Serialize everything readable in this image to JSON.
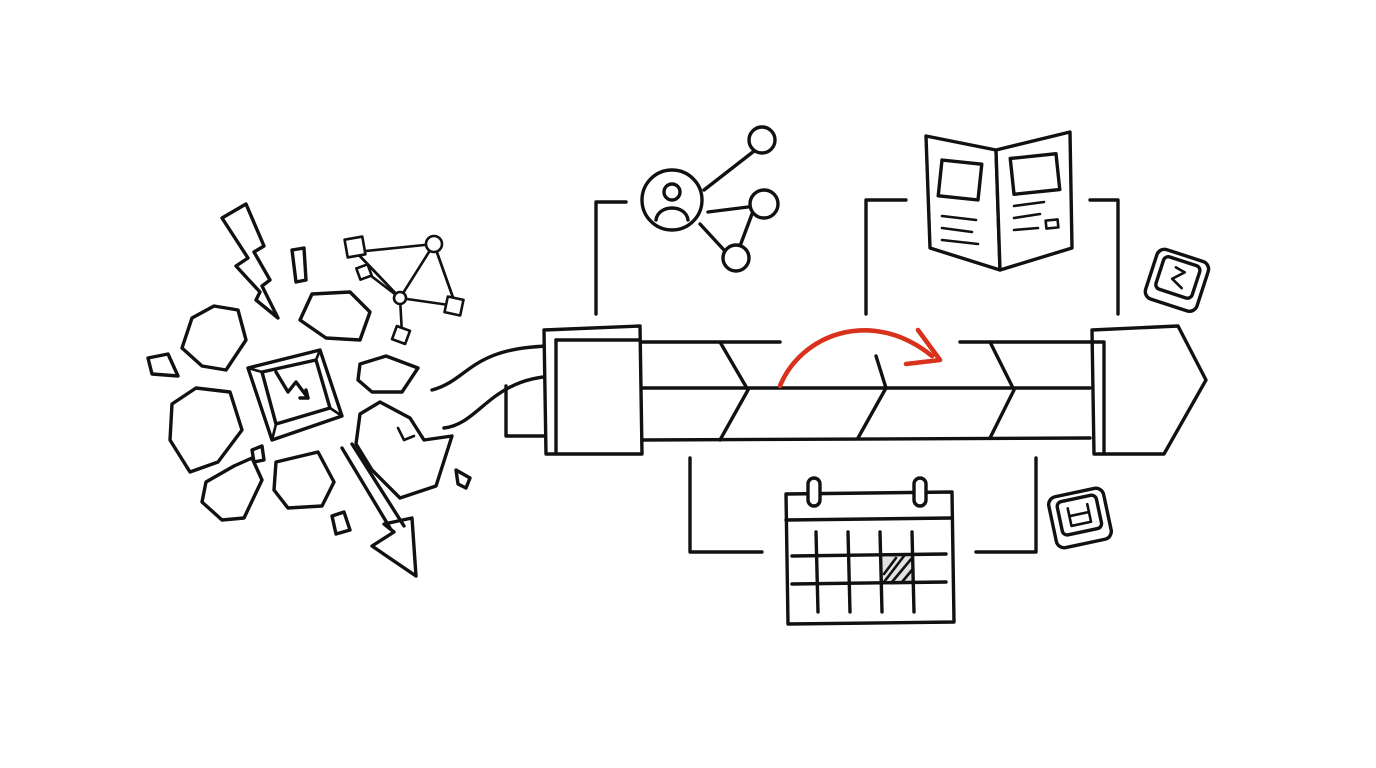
{
  "diagram": {
    "ink_color": "#111111",
    "accent_color": "#d8321c",
    "background": "#ffffff",
    "elements": [
      {
        "name": "shattered-key-cluster",
        "icon": "broken-key-icon"
      },
      {
        "name": "broken-network-fragment",
        "icon": "network-icon"
      },
      {
        "name": "lightning-bolt",
        "icon": "lightning-icon"
      },
      {
        "name": "down-arrow",
        "icon": "arrow-down-icon"
      },
      {
        "name": "cable-input",
        "icon": "cable-icon"
      },
      {
        "name": "pipeline-tube",
        "icon": "pipeline-icon"
      },
      {
        "name": "progress-arrow",
        "icon": "curved-arrow-icon"
      },
      {
        "name": "people-network",
        "icon": "user-network-icon"
      },
      {
        "name": "open-brochure",
        "icon": "brochure-icon"
      },
      {
        "name": "calendar",
        "icon": "calendar-icon"
      },
      {
        "name": "key-cap-top",
        "icon": "key-cap-icon"
      },
      {
        "name": "key-cap-bottom",
        "icon": "key-cap-icon"
      }
    ]
  }
}
